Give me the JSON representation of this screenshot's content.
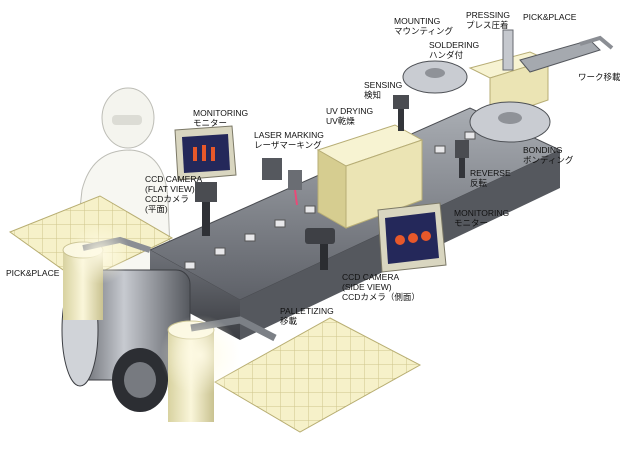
{
  "labels": {
    "mounting": {
      "en": "MOUNTING",
      "ja": "マウンティング"
    },
    "pressing": {
      "en": "PRESSING",
      "ja": "プレス圧着"
    },
    "pick_place_top": {
      "en": "PICK&PLACE"
    },
    "soldering": {
      "en": "SOLDERING",
      "ja": "ハンダ付"
    },
    "work_transfer": {
      "ja": "ワーク移載"
    },
    "sensing": {
      "en": "SENSING",
      "ja": "検知"
    },
    "monitoring_top": {
      "en": "MONITORING",
      "ja": "モニター"
    },
    "uv_drying": {
      "en": "UV DRYING",
      "ja": "UV乾燥"
    },
    "laser_marking": {
      "en": "LASER MARKING",
      "ja": "レーザマーキング"
    },
    "bonding": {
      "en": "BONDING",
      "ja": "ボンディング"
    },
    "reverse": {
      "en": "REVERSE",
      "ja": "反転"
    },
    "ccd_flat": {
      "en": "CCD CAMERA",
      "en2": "(FLAT VIEW)",
      "ja": "CCDカメラ",
      "ja2": "(平面)"
    },
    "monitoring_right": {
      "en": "MONITORING",
      "ja": "モニター"
    },
    "pick_place_left": {
      "en": "PICK&PLACE"
    },
    "ccd_side": {
      "en": "CCD CAMERA",
      "en2": "(SIDE VIEW)",
      "ja": "CCDカメラ（側面）"
    },
    "palletizing": {
      "en": "PALLETIZING",
      "ja": "移載"
    }
  },
  "colors": {
    "conveyor": "#6e7178",
    "conveyor_top": "#9ea2a8",
    "tray": "#f4f0c8",
    "tray_grid": "#c9c08a",
    "machine_light": "#e9e4b8",
    "metal": "#b8bcc2",
    "screen": "#24285a",
    "screen_glow": "#e8582a"
  }
}
